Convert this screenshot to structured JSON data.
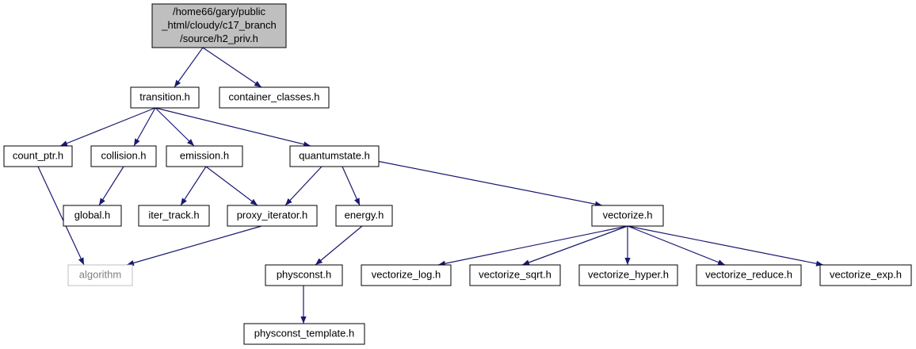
{
  "graph": {
    "edge_color": "#191970",
    "root_fill": "#bfbfbf",
    "nodes": [
      {
        "id": "root",
        "lines": [
          "/home66/gary/public",
          "_html/cloudy/c17_branch",
          "/source/h2_priv.h"
        ],
        "kind": "root"
      },
      {
        "id": "transition",
        "lines": [
          "transition.h"
        ],
        "kind": "normal"
      },
      {
        "id": "container",
        "lines": [
          "container_classes.h"
        ],
        "kind": "normal"
      },
      {
        "id": "count_ptr",
        "lines": [
          "count_ptr.h"
        ],
        "kind": "normal"
      },
      {
        "id": "collision",
        "lines": [
          "collision.h"
        ],
        "kind": "normal"
      },
      {
        "id": "emission",
        "lines": [
          "emission.h"
        ],
        "kind": "normal"
      },
      {
        "id": "quantumstate",
        "lines": [
          "quantumstate.h"
        ],
        "kind": "normal"
      },
      {
        "id": "global",
        "lines": [
          "global.h"
        ],
        "kind": "normal"
      },
      {
        "id": "iter_track",
        "lines": [
          "iter_track.h"
        ],
        "kind": "normal"
      },
      {
        "id": "proxy_iterator",
        "lines": [
          "proxy_iterator.h"
        ],
        "kind": "normal"
      },
      {
        "id": "energy",
        "lines": [
          "energy.h"
        ],
        "kind": "normal"
      },
      {
        "id": "vectorize",
        "lines": [
          "vectorize.h"
        ],
        "kind": "normal"
      },
      {
        "id": "algorithm",
        "lines": [
          "algorithm"
        ],
        "kind": "external"
      },
      {
        "id": "physconst",
        "lines": [
          "physconst.h"
        ],
        "kind": "normal"
      },
      {
        "id": "vectorize_log",
        "lines": [
          "vectorize_log.h"
        ],
        "kind": "normal"
      },
      {
        "id": "vectorize_sqrt",
        "lines": [
          "vectorize_sqrt.h"
        ],
        "kind": "normal"
      },
      {
        "id": "vectorize_hyper",
        "lines": [
          "vectorize_hyper.h"
        ],
        "kind": "normal"
      },
      {
        "id": "vectorize_reduce",
        "lines": [
          "vectorize_reduce.h"
        ],
        "kind": "normal"
      },
      {
        "id": "vectorize_exp",
        "lines": [
          "vectorize_exp.h"
        ],
        "kind": "normal"
      },
      {
        "id": "physconst_template",
        "lines": [
          "physconst_template.h"
        ],
        "kind": "normal"
      }
    ],
    "edges": [
      [
        "root",
        "transition"
      ],
      [
        "root",
        "container"
      ],
      [
        "transition",
        "count_ptr"
      ],
      [
        "transition",
        "collision"
      ],
      [
        "transition",
        "emission"
      ],
      [
        "transition",
        "quantumstate"
      ],
      [
        "count_ptr",
        "algorithm"
      ],
      [
        "collision",
        "global"
      ],
      [
        "emission",
        "iter_track"
      ],
      [
        "emission",
        "proxy_iterator"
      ],
      [
        "quantumstate",
        "proxy_iterator"
      ],
      [
        "quantumstate",
        "energy"
      ],
      [
        "quantumstate",
        "vectorize"
      ],
      [
        "proxy_iterator",
        "algorithm"
      ],
      [
        "energy",
        "physconst"
      ],
      [
        "physconst",
        "physconst_template"
      ],
      [
        "vectorize",
        "vectorize_log"
      ],
      [
        "vectorize",
        "vectorize_sqrt"
      ],
      [
        "vectorize",
        "vectorize_hyper"
      ],
      [
        "vectorize",
        "vectorize_reduce"
      ],
      [
        "vectorize",
        "vectorize_exp"
      ]
    ]
  }
}
